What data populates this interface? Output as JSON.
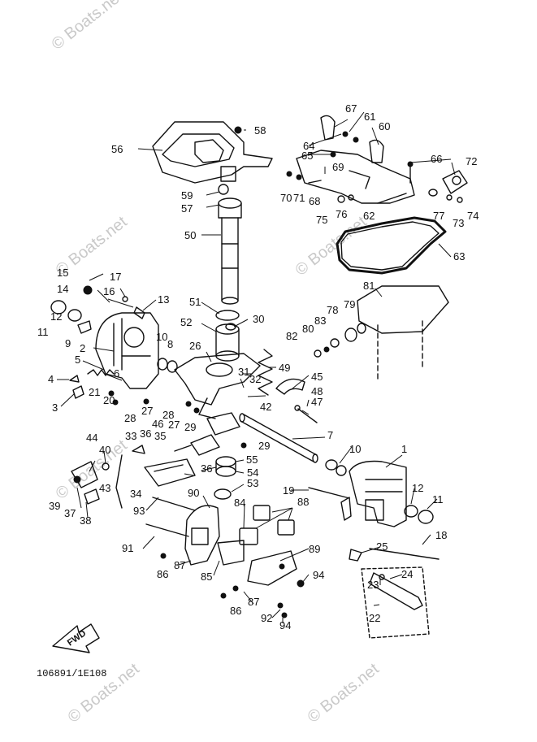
{
  "watermarks": [
    "© Boats.net",
    "© Boats.net",
    "© Boats.net",
    "© Boats.net",
    "© Boats.net",
    "© Boats.net"
  ],
  "drawing_code": "106891/1E108",
  "fwd_label": "FWD",
  "callouts": [
    "67",
    "61",
    "60",
    "58",
    "56",
    "64",
    "65",
    "66",
    "72",
    "69",
    "70",
    "71",
    "68",
    "59",
    "57",
    "75",
    "76",
    "62",
    "77",
    "73",
    "74",
    "50",
    "63",
    "15",
    "17",
    "14",
    "16",
    "13",
    "81",
    "11",
    "12",
    "9",
    "51",
    "30",
    "79",
    "78",
    "83",
    "80",
    "82",
    "52",
    "2",
    "10",
    "8",
    "5",
    "4",
    "6",
    "26",
    "31",
    "49",
    "45",
    "32",
    "48",
    "3",
    "21",
    "20",
    "27",
    "42",
    "47",
    "28",
    "28",
    "27",
    "46",
    "29",
    "44",
    "36",
    "33",
    "35",
    "40",
    "43",
    "7",
    "10",
    "1",
    "29",
    "55",
    "36",
    "54",
    "53",
    "39",
    "37",
    "38",
    "34",
    "90",
    "19",
    "12",
    "11",
    "93",
    "88",
    "25",
    "18",
    "84",
    "91",
    "87",
    "89",
    "86",
    "85",
    "23",
    "24",
    "94",
    "87",
    "86",
    "92",
    "94",
    "22"
  ]
}
